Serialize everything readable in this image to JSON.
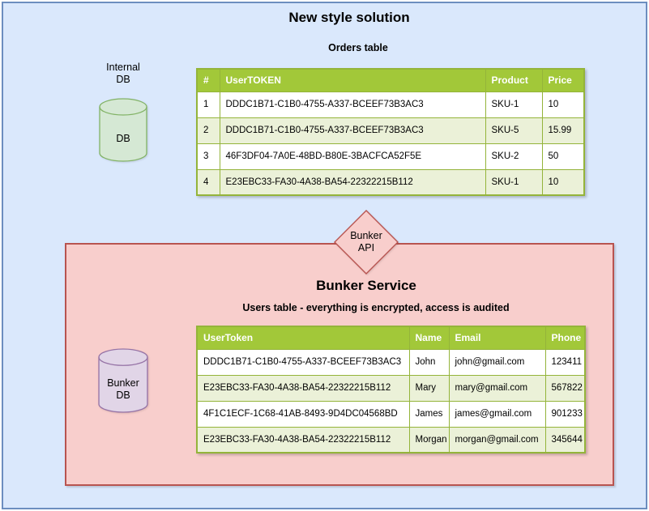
{
  "title": "New style solution",
  "colors": {
    "canvas_bg": "#dae8fc",
    "canvas_border": "#6c8ebf",
    "table_header_bg": "#a2c839",
    "table_border": "#94b43a",
    "table_alt_row_bg": "#ebf1d8",
    "bunker_fill": "#f8cecc",
    "bunker_border": "#b85450",
    "internal_db_fill": "#d5e8d4",
    "internal_db_border": "#82b366",
    "bunker_db_fill": "#e1d5e7",
    "bunker_db_border": "#9673a6"
  },
  "internal_db": {
    "label": [
      "Internal",
      "DB"
    ],
    "body_label": "DB"
  },
  "orders": {
    "caption": "Orders table",
    "headers": [
      "#",
      "UserTOKEN",
      "Product",
      "Price"
    ],
    "rows": [
      [
        "1",
        "DDDC1B71-C1B0-4755-A337-BCEEF73B3AC3",
        "SKU-1",
        "10"
      ],
      [
        "2",
        "DDDC1B71-C1B0-4755-A337-BCEEF73B3AC3",
        "SKU-5",
        "15.99"
      ],
      [
        "3",
        "46F3DF04-7A0E-48BD-B80E-3BACFCA52F5E",
        "SKU-2",
        "50"
      ],
      [
        "4",
        "E23EBC33-FA30-4A38-BA54-22322215B112",
        "SKU-1",
        "10"
      ]
    ]
  },
  "bunker": {
    "api_label": [
      "Bunker",
      "API"
    ],
    "title": "Bunker Service",
    "caption": "Users table - everything is encrypted, access is audited",
    "db_label": [
      "Bunker",
      "DB"
    ]
  },
  "users": {
    "headers": [
      "UserToken",
      "Name",
      "Email",
      "Phone"
    ],
    "rows": [
      [
        "DDDC1B71-C1B0-4755-A337-BCEEF73B3AC3",
        "John",
        "john@gmail.com",
        "123411"
      ],
      [
        "E23EBC33-FA30-4A38-BA54-22322215B112",
        "Mary",
        "mary@gmail.com",
        "567822"
      ],
      [
        "4F1C1ECF-1C68-41AB-8493-9D4DC04568BD",
        "James",
        "james@gmail.com",
        "901233"
      ],
      [
        "E23EBC33-FA30-4A38-BA54-22322215B112",
        "Morgan",
        "morgan@gmail.com",
        "345644"
      ]
    ]
  }
}
